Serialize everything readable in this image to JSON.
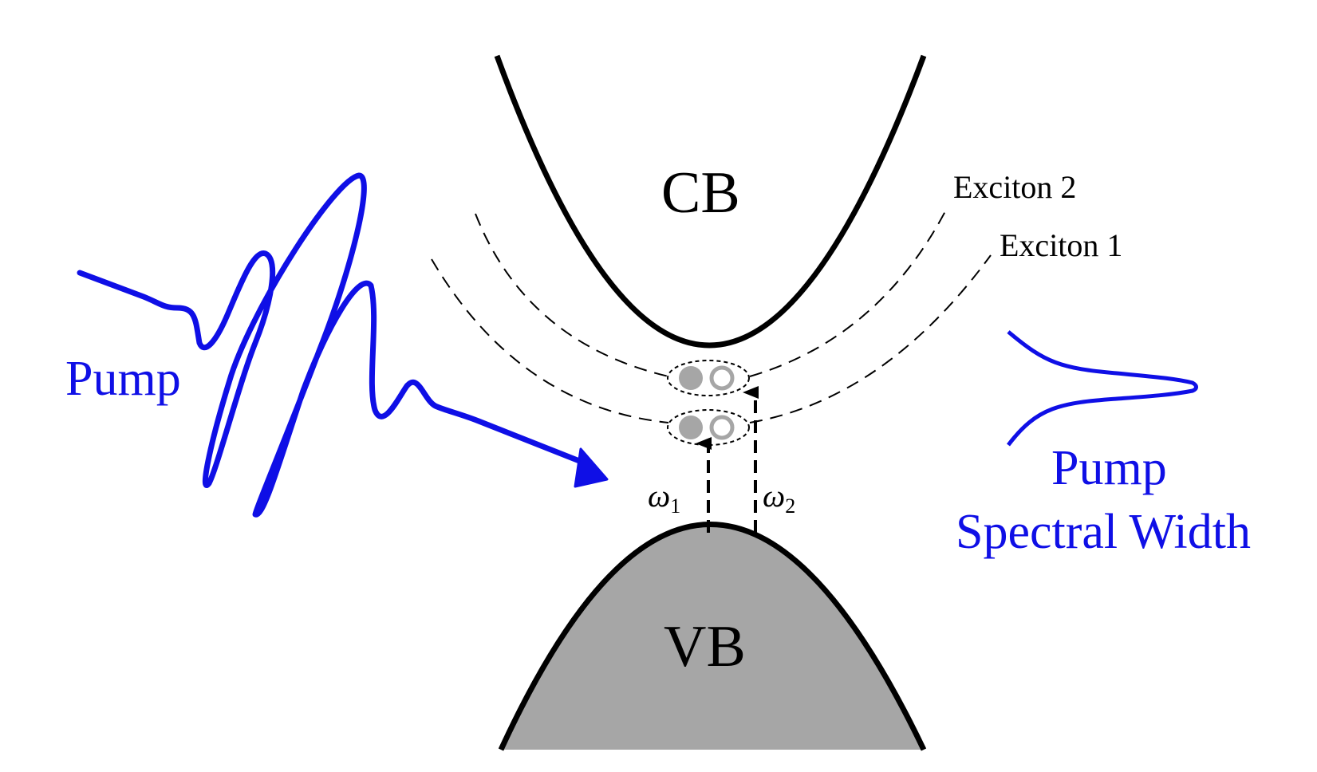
{
  "labels": {
    "conduction_band": "CB",
    "valence_band": "VB",
    "exciton_2": "Exciton 2",
    "exciton_1": "Exciton 1",
    "pump": "Pump",
    "pump_spectral_width_line1": "Pump",
    "pump_spectral_width_line2": "Spectral Width",
    "omega_symbol": "ω",
    "omega_1_subscript": "1",
    "omega_2_subscript": "2"
  },
  "colors": {
    "pump": "#0f0fe6",
    "band_outline": "#000000",
    "valence_fill": "#a6a6a6",
    "particle": "#a6a6a6"
  },
  "icons": {
    "electron": "filled-circle",
    "hole": "open-circle",
    "arrow": "dashed-up-arrow"
  }
}
